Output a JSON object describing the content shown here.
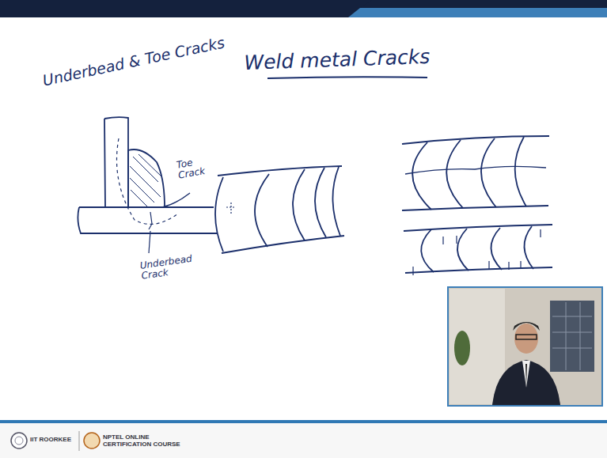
{
  "diagram": {
    "title": "Weld metal Cracks",
    "labels": [
      "Underbead & Toe Cracks",
      "Toe Crack",
      "Underbead Crack",
      "IIT ROORKEE",
      "NPTEL ONLINE CERTIFICATION COURSE"
    ]
  }
}
